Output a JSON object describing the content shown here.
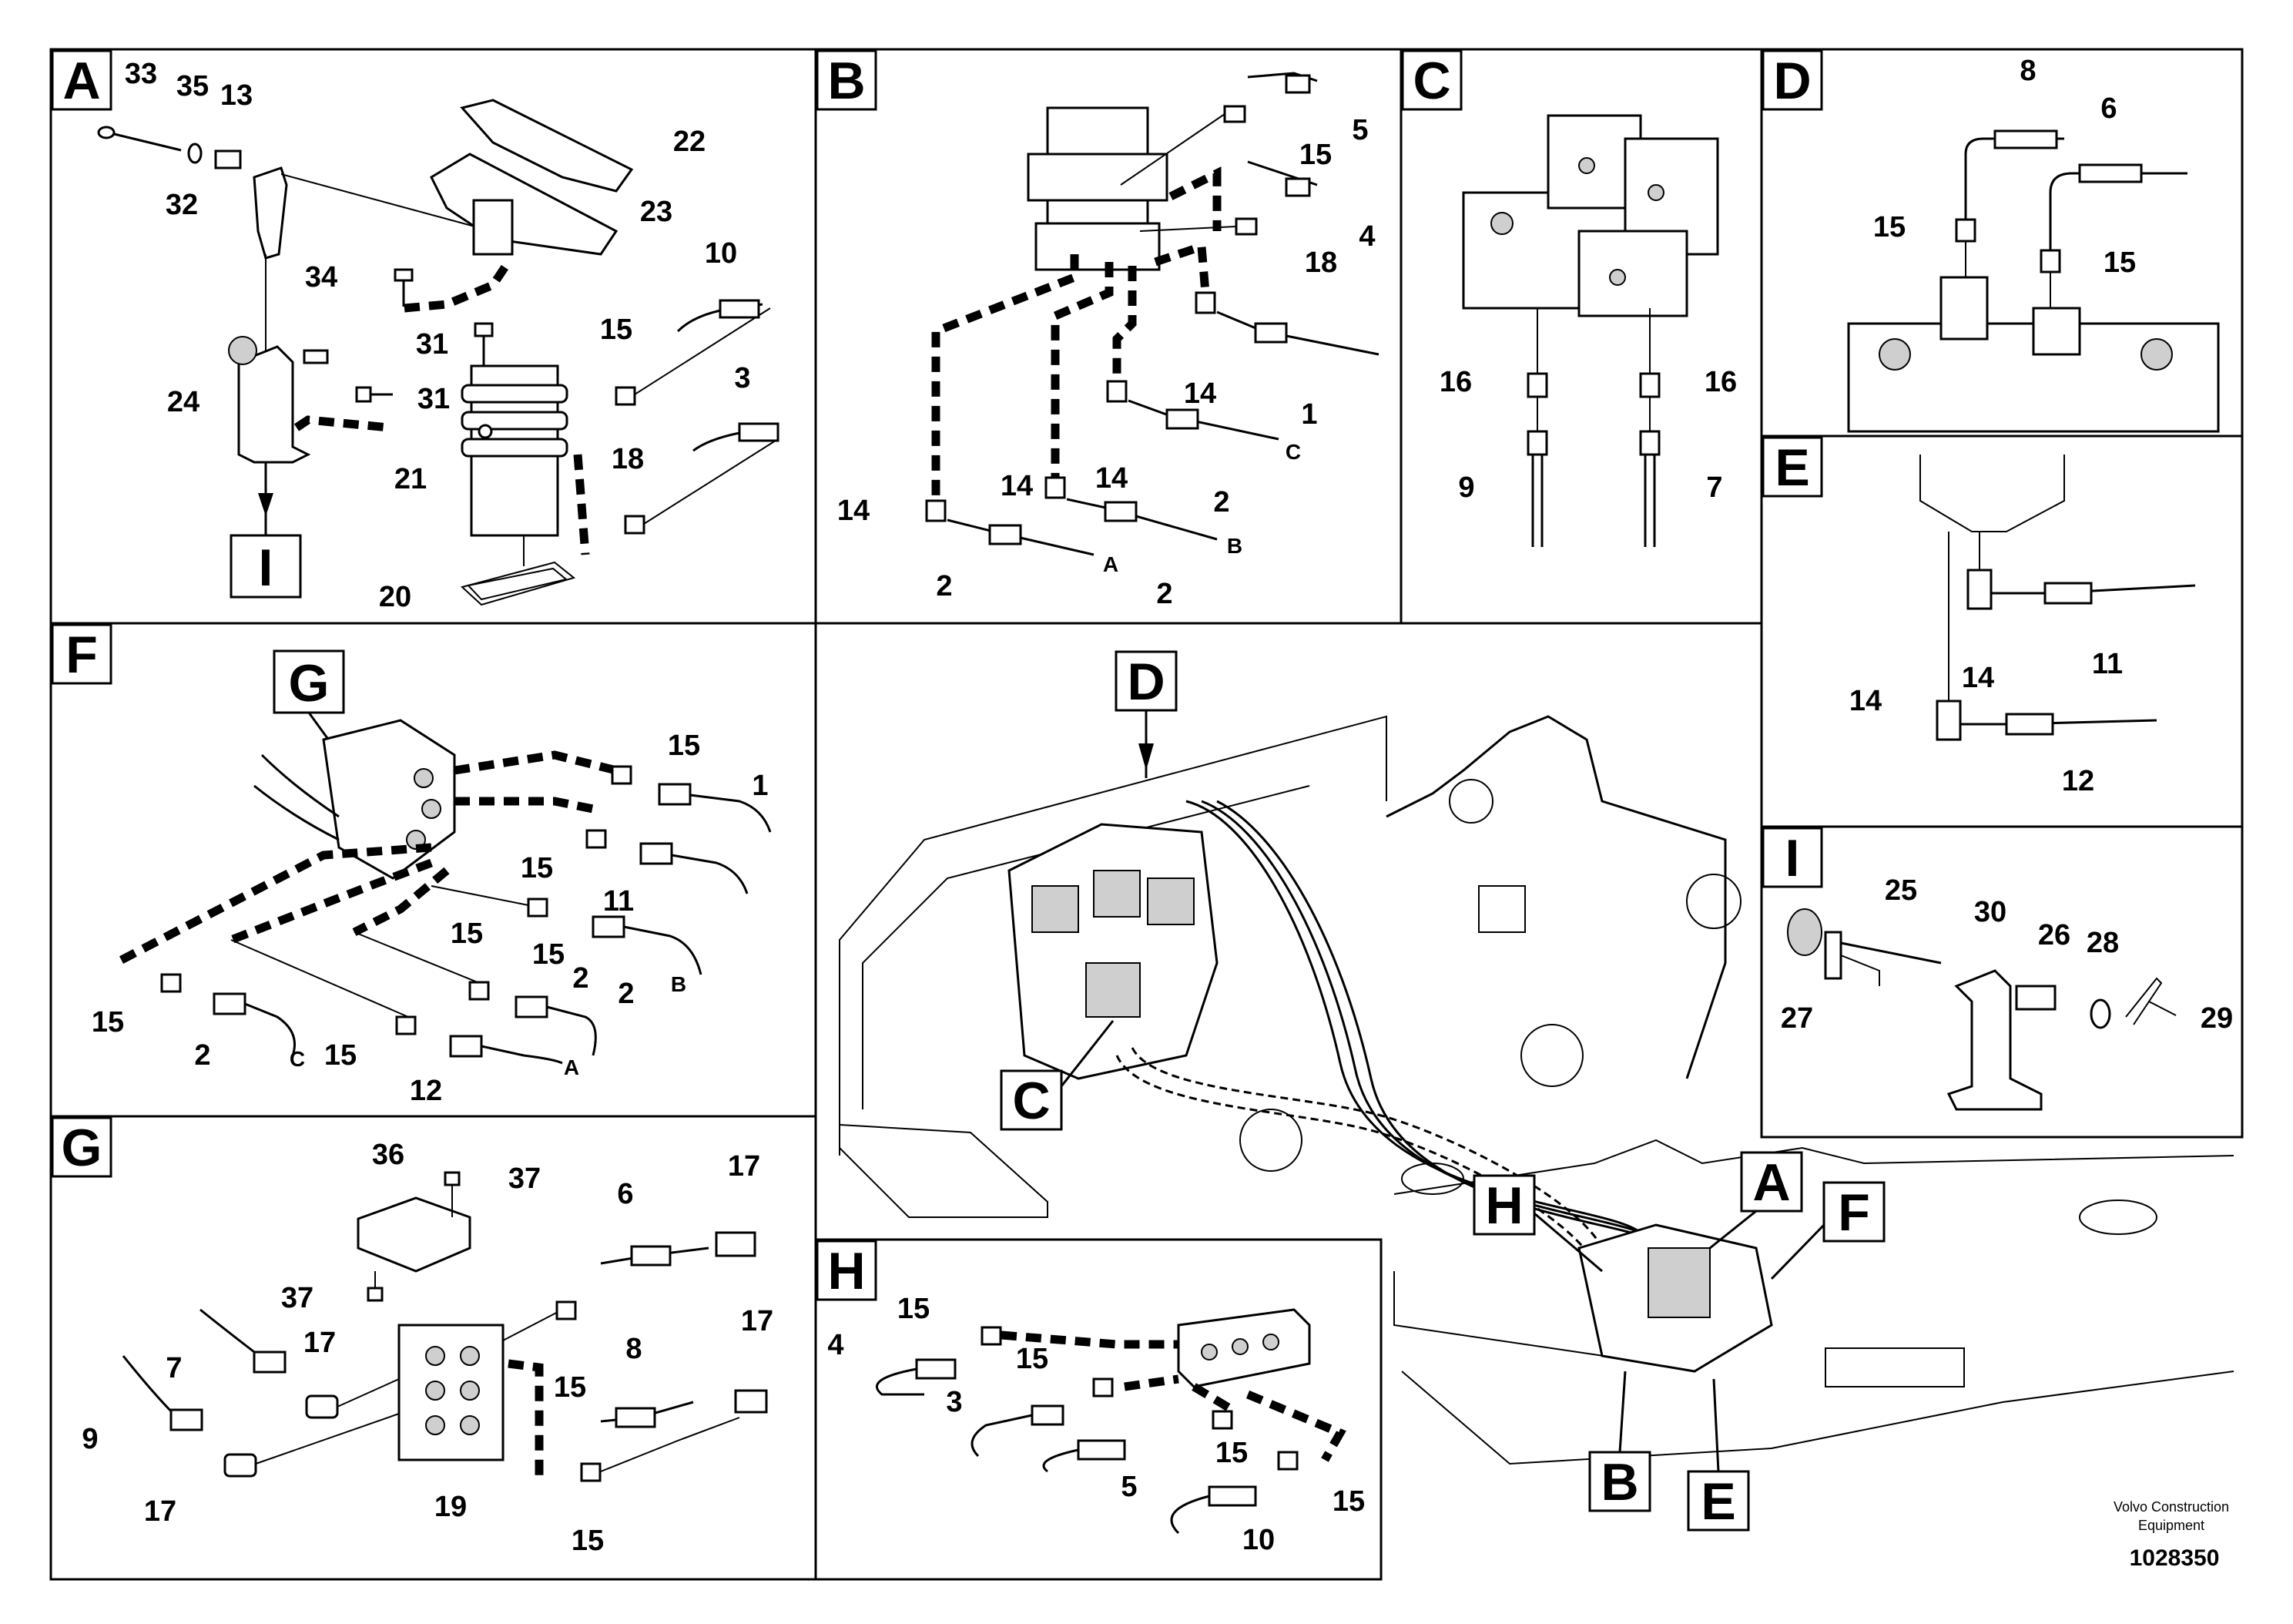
{
  "sections": {
    "A": {
      "label": "A",
      "callouts": [
        "33",
        "35",
        "13",
        "32",
        "22",
        "23",
        "34",
        "10",
        "31",
        "15",
        "3",
        "24",
        "31",
        "21",
        "18",
        "20"
      ],
      "detail_ref": "I"
    },
    "B": {
      "label": "B",
      "callouts": [
        "5",
        "15",
        "4",
        "18",
        "14",
        "1",
        "14",
        "2",
        "14",
        "14",
        "2",
        "2"
      ],
      "end_labels": [
        "C",
        "B",
        "A"
      ]
    },
    "C": {
      "label": "C",
      "callouts": [
        "16",
        "16",
        "9",
        "7"
      ]
    },
    "D": {
      "label": "D",
      "callouts": [
        "8",
        "6",
        "15",
        "15"
      ]
    },
    "E": {
      "label": "E",
      "callouts": [
        "14",
        "11",
        "14",
        "12"
      ]
    },
    "F": {
      "label": "F",
      "callouts": [
        "15",
        "1",
        "15",
        "11",
        "15",
        "15",
        "2",
        "2",
        "15",
        "2",
        "15",
        "12"
      ],
      "end_labels": [
        "B",
        "C",
        "A"
      ],
      "detail_ref": "G"
    },
    "G": {
      "label": "G",
      "callouts": [
        "36",
        "37",
        "37",
        "17",
        "6",
        "7",
        "17",
        "8",
        "17",
        "15",
        "9",
        "17",
        "19",
        "15"
      ]
    },
    "H": {
      "label": "H",
      "callouts": [
        "15",
        "4",
        "15",
        "3",
        "15",
        "5",
        "15",
        "10"
      ]
    },
    "I": {
      "label": "I",
      "callouts": [
        "25",
        "30",
        "26",
        "28",
        "27",
        "29"
      ]
    },
    "overview": {
      "callouts": [
        "D",
        "C",
        "H",
        "A",
        "F",
        "B",
        "E"
      ]
    }
  },
  "footer": {
    "company_line1": "Volvo Construction",
    "company_line2": "Equipment",
    "doc_number": "1028350"
  }
}
